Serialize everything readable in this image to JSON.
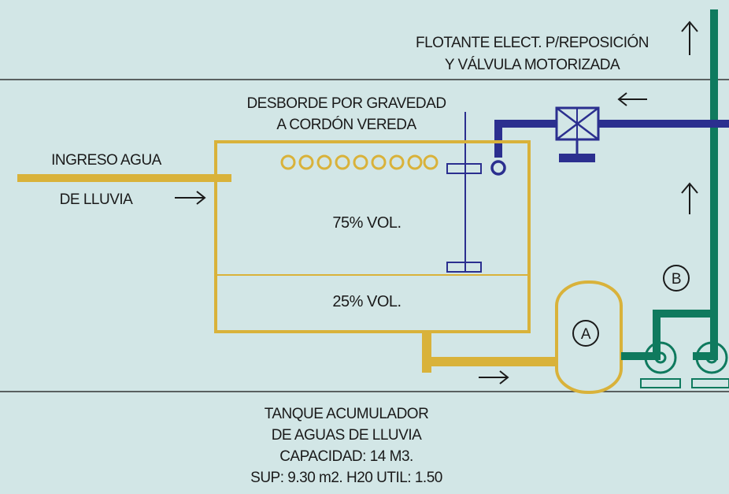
{
  "labels": {
    "floatline1": "FLOTANTE ELECT. P/REPOSICIÓN",
    "floatline2": "Y VÁLVULA MOTORIZADA",
    "overflow1": "DESBORDE POR GRAVEDAD",
    "overflow2": "A CORDÓN VEREDA",
    "inlet1": "INGRESO AGUA",
    "inlet2": "DE LLUVIA",
    "vol75": "75% VOL.",
    "vol25": "25% VOL.",
    "markerA": "A",
    "markerB": "B",
    "caption1": "TANQUE ACUMULADOR",
    "caption2": "DE AGUAS DE LLUVIA",
    "caption3": "CAPACIDAD: 14 M3.",
    "caption4": "SUP: 9.30 m2. H20 UTIL: 1.50"
  },
  "colors": {
    "background": "#d2e6e6",
    "tank": "#d9b23a",
    "water_pipe": "#2b2f8f",
    "green_pipe": "#0f7a5e",
    "lines": "#333333"
  }
}
